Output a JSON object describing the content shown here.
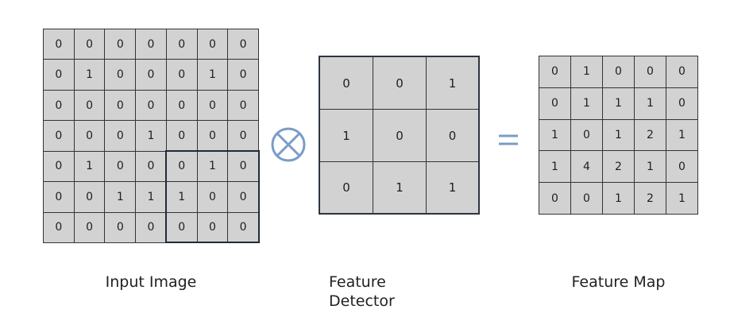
{
  "input_image": {
    "label": "Input Image",
    "rows": [
      [
        "0",
        "0",
        "0",
        "0",
        "0",
        "0",
        "0"
      ],
      [
        "0",
        "1",
        "0",
        "0",
        "0",
        "1",
        "0"
      ],
      [
        "0",
        "0",
        "0",
        "0",
        "0",
        "0",
        "0"
      ],
      [
        "0",
        "0",
        "0",
        "1",
        "0",
        "0",
        "0"
      ],
      [
        "0",
        "1",
        "0",
        "0",
        "0",
        "1",
        "0"
      ],
      [
        "0",
        "0",
        "1",
        "1",
        "1",
        "0",
        "0"
      ],
      [
        "0",
        "0",
        "0",
        "0",
        "0",
        "0",
        "0"
      ]
    ]
  },
  "feature_detector": {
    "label": "Feature\nDetector",
    "rows": [
      [
        "0",
        "0",
        "1"
      ],
      [
        "1",
        "0",
        "0"
      ],
      [
        "0",
        "1",
        "1"
      ]
    ]
  },
  "feature_map": {
    "label": "Feature Map",
    "rows": [
      [
        "0",
        "1",
        "0",
        "0",
        "0"
      ],
      [
        "0",
        "1",
        "1",
        "1",
        "0"
      ],
      [
        "1",
        "0",
        "1",
        "2",
        "1"
      ],
      [
        "1",
        "4",
        "2",
        "1",
        "0"
      ],
      [
        "0",
        "0",
        "1",
        "2",
        "1"
      ]
    ]
  },
  "colors": {
    "cell_fill": "#d2d2d2",
    "operator": "#7a9cc6",
    "highlight_border": "#1f2a3a"
  },
  "icons": {
    "convolution": "circled-times-icon",
    "equals": "equals-icon"
  }
}
